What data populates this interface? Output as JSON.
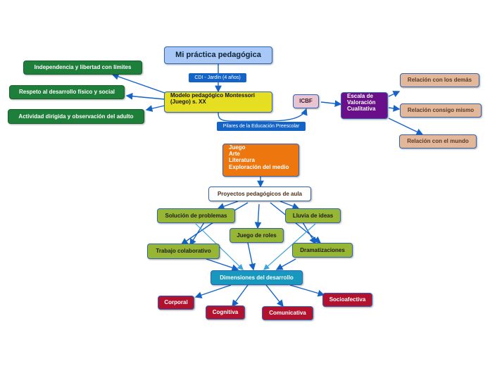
{
  "root": "Mi práctica pedagógica",
  "edge_label_cdi": "CDI - Jardín (4 años)",
  "model": {
    "line1": "Modelo pedagógico Montessori",
    "line2": "(Juego) s. XX"
  },
  "edge_label_pilares": "Pilares de la Educación Preescolar",
  "left_branches": [
    "Independencia y libertad con límites",
    "Respeto al desarrollo físico y social",
    "Actividad dirigida y observación del adulto"
  ],
  "icbf": "ICBF",
  "escala": {
    "line1": "Escala de",
    "line2": "Valoración",
    "line3": "Cualitativa"
  },
  "relaciones": [
    "Relación con los demás",
    "Relación consigo mismo",
    "Relación con el mundo"
  ],
  "pilares": [
    "Juego",
    "Arte",
    "Literatura",
    "Exploración del medio"
  ],
  "proyectos": "Proyectos pedagógicos de aula",
  "estrategias": [
    "Solución de problemas",
    "Lluvia de ideas",
    "Juego de roles",
    "Trabajo colaborativo",
    "Dramatizaciones"
  ],
  "dimensiones": "Dimensiones del desarrollo",
  "dimension_items": [
    "Corporal",
    "Cognitiva",
    "Comunicativa",
    "Socioafectiva"
  ],
  "colors": {
    "connector": "#1464c8",
    "light_connector": "#3aa4dc",
    "root_fill": "#a8c8f8",
    "model_fill": "#e6de20",
    "escala_fill": "#6a0f8a",
    "pilares_fill": "#ee760f",
    "icbf_fill": "#e8c4d0"
  }
}
